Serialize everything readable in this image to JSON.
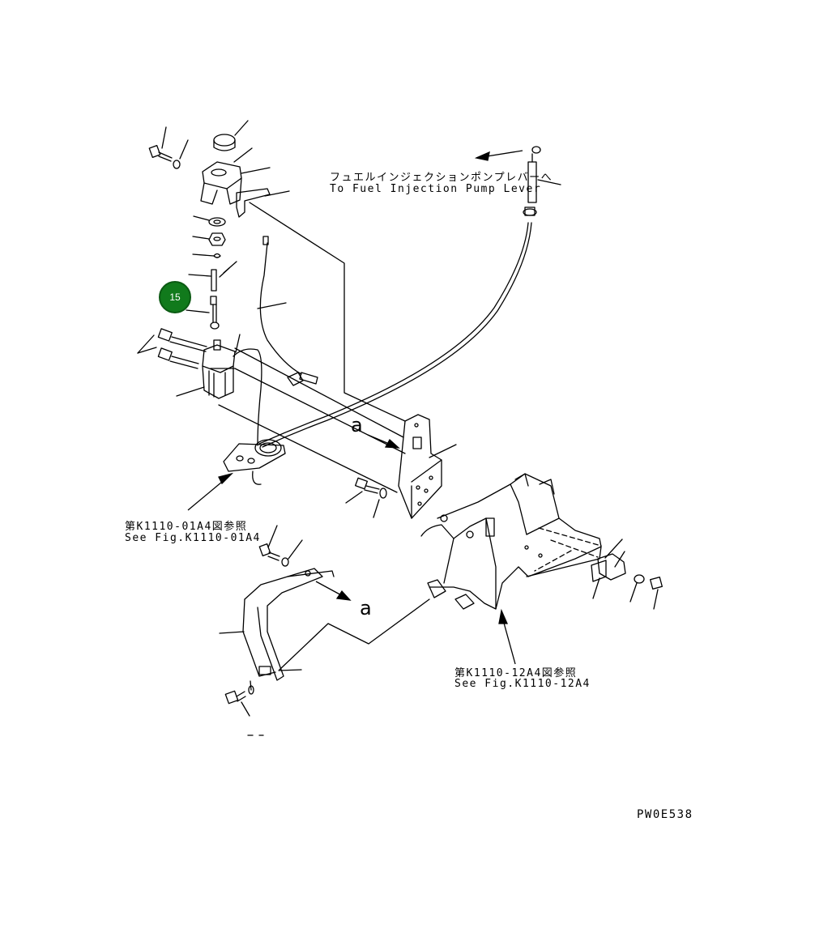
{
  "diagram": {
    "fuel_pump_note_jp": "フュエルインジェクションポンプレバーへ",
    "fuel_pump_note_en": "To Fuel Injection Pump Lever",
    "ref_left_jp": "第K1110-01A4図参照",
    "ref_left_en": "See Fig.K1110-01A4",
    "ref_right_jp": "第K1110-12A4図参照",
    "ref_right_en": "See Fig.K1110-12A4",
    "view_label_1": "a",
    "view_label_2": "a",
    "drawing_number": "PW0E538"
  },
  "callout": {
    "number": "15",
    "color": "#117a1c"
  }
}
